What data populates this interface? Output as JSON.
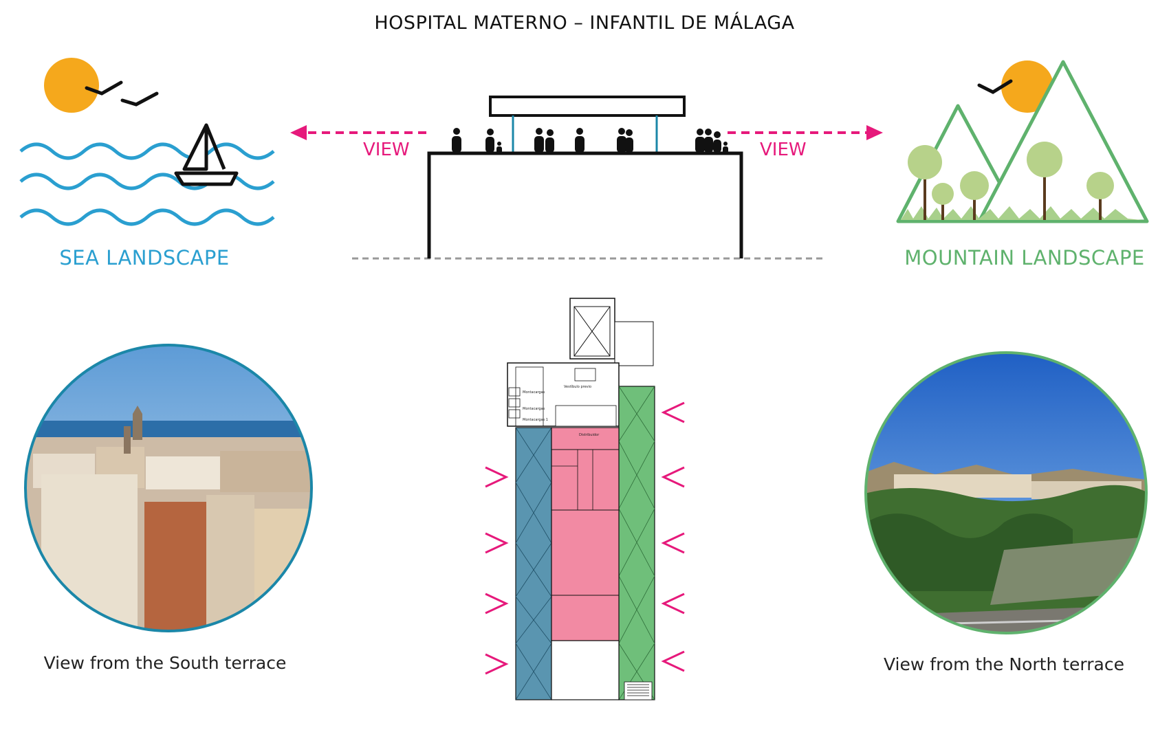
{
  "title": "HOSPITAL MATERNO – INFANTIL DE  MÁLAGA",
  "landscapes": {
    "sea": "SEA LANDSCAPE",
    "mountain": "MOUNTAIN LANDSCAPE"
  },
  "section": {
    "view_left": "VIEW",
    "view_right": "VIEW"
  },
  "captions": {
    "south": "View from the South terrace",
    "north": "View from the North terrace"
  },
  "plan_rooms": {
    "vestibulo": "Vestíbulo previo",
    "distribuidor": "Distribuidor",
    "montacargas_1": "Montacargas",
    "montacargas_2": "Montacargas",
    "montacargas_3": "Montacargas 1"
  },
  "colors": {
    "sea": "#2a9fd0",
    "mountain": "#5fb26d",
    "view": "#e6197b",
    "sun": "#f5a81c",
    "plan_pink": "#f28aa3",
    "plan_blue": "#5a95b0",
    "plan_green": "#6fbf7a"
  }
}
